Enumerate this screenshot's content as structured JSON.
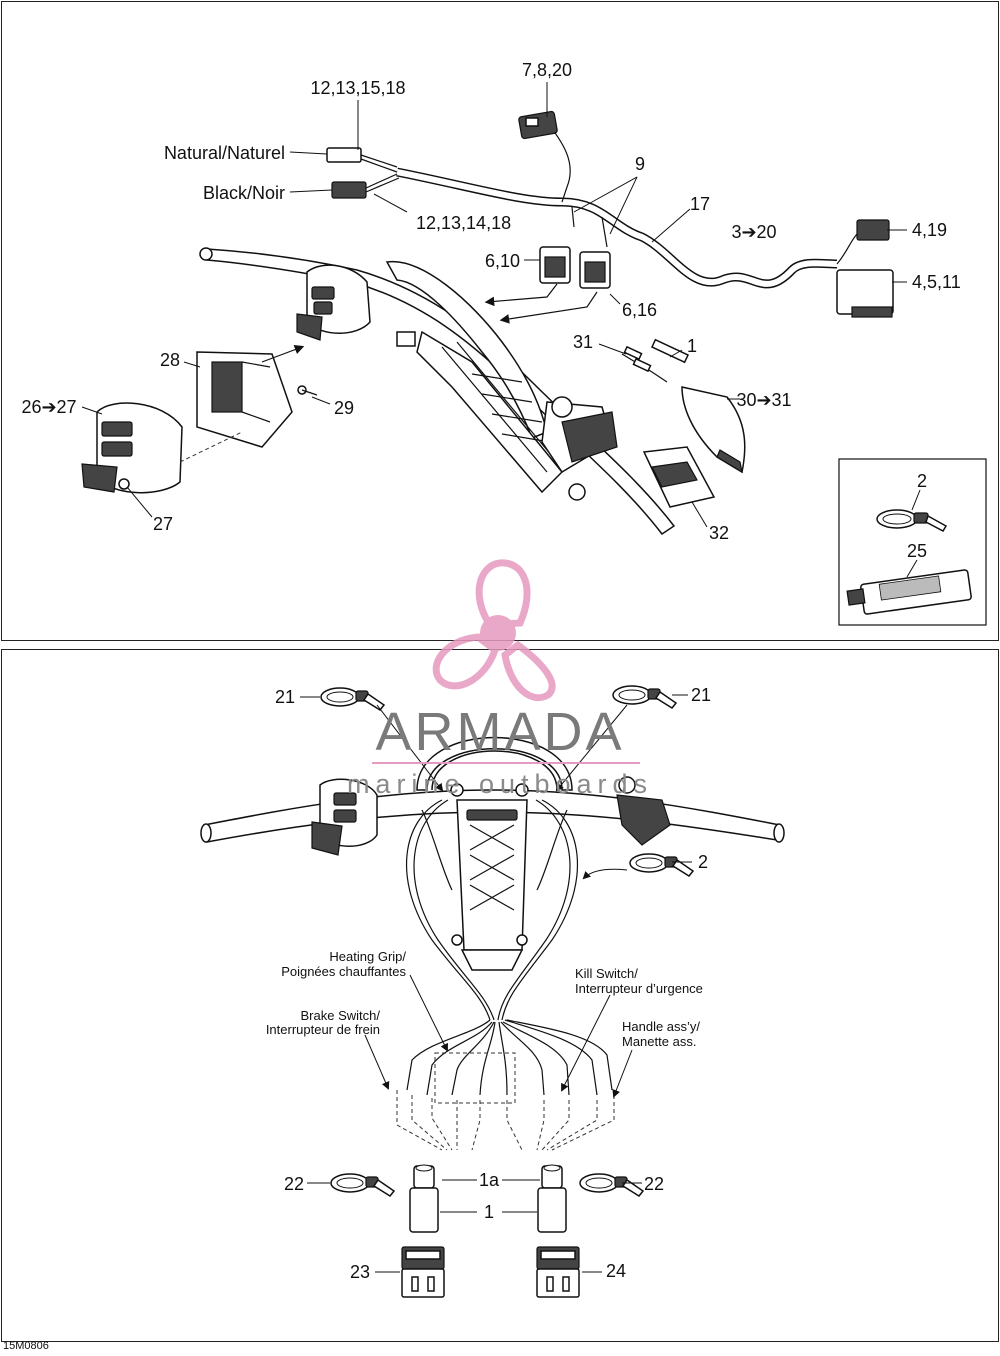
{
  "figure_code": "15M0806",
  "top_panel": {
    "labels": {
      "l_7_8_20": "7,8,20",
      "l_12_13_15_18": "12,13,15,18",
      "l_natural": "Natural/Naturel",
      "l_black": "Black/Noir",
      "l_12_13_14_18": "12,13,14,18",
      "l_9": "9",
      "l_17": "17",
      "l_3_20": "3➔20",
      "l_4_19": "4,19",
      "l_4_5_11": "4,5,11",
      "l_6_10": "6,10",
      "l_6_16": "6,16",
      "l_31": "31",
      "l_1": "1",
      "l_28": "28",
      "l_26_27": "26➔27",
      "l_29": "29",
      "l_30_31": "30➔31",
      "l_27": "27",
      "l_32": "32"
    },
    "inset_labels": {
      "l_2": "2",
      "l_25": "25"
    }
  },
  "bottom_panel": {
    "labels": {
      "l_21_left": "21",
      "l_21_right": "21",
      "l_2": "2",
      "heating_grip_1": "Heating Grip/",
      "heating_grip_2": "Poignées chauffantes",
      "kill_switch_1": "Kill Switch/",
      "kill_switch_2": "Interrupteur d’urgence",
      "brake_switch_1": "Brake Switch/",
      "brake_switch_2": "Interrupteur de frein",
      "handle_assy_1": "Handle ass’y/",
      "handle_assy_2": "Manette ass.",
      "l_22_left": "22",
      "l_22_right": "22",
      "l_1a": "1a",
      "l_1": "1",
      "l_23": "23",
      "l_24": "24"
    }
  },
  "watermark": {
    "name": "ARMADA",
    "tagline": "marine outboards",
    "logo_color": "#e79ac0",
    "text_color": "#7a7a7a"
  }
}
